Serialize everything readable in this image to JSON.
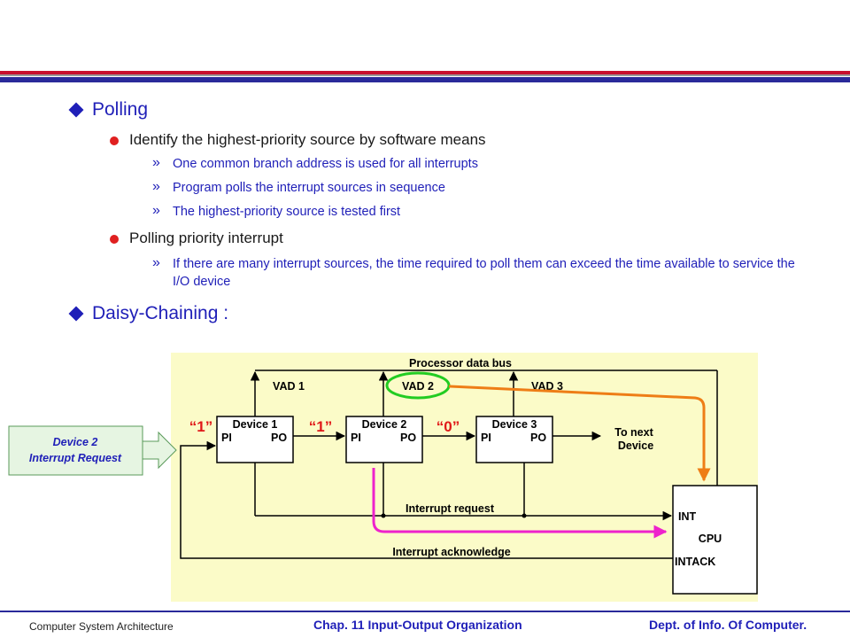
{
  "bullets": {
    "polling": {
      "title": "Polling",
      "sub1": "Identify the highest-priority source by software means",
      "sub1_items": [
        "One common branch address is used for all interrupts",
        "Program polls the interrupt sources in sequence",
        "The highest-priority source is tested first"
      ],
      "sub2": "Polling priority interrupt",
      "sub2_items": [
        "If there are many interrupt sources, the time required to poll them can exceed the time available to service the I/O device"
      ]
    },
    "daisy": {
      "title": "Daisy-Chaining :"
    }
  },
  "diagram": {
    "bus_label": "Processor data bus",
    "vad1": "VAD 1",
    "vad2": "VAD 2",
    "vad3": "VAD 3",
    "device1": "Device 1",
    "device2": "Device 2",
    "device3": "Device 3",
    "pi": "PI",
    "po": "PO",
    "val1": "“1”",
    "val2": "“1”",
    "val3": "“0”",
    "to_next_1": "To next",
    "to_next_2": "Device",
    "cpu_int": "INT",
    "cpu_label": "CPU",
    "cpu_intack": "INTACK",
    "interrupt_request": "Interrupt request",
    "interrupt_ack": "Interrupt acknowledge",
    "callout_line1": "Device 2",
    "callout_line2": "Interrupt Request",
    "colors": {
      "panel_bg": "#fbfbc8",
      "orange": "#ee7d16",
      "magenta": "#ee22cc",
      "green_oval": "#22cc22",
      "red_value": "#e01818",
      "callout_bg": "#e6f5e2",
      "callout_border": "#5a9a5a"
    }
  },
  "footer": {
    "left": "Computer System Architecture",
    "mid": "Chap. 11  Input-Output Organization",
    "right": "Dept. of  Info. Of  Computer."
  }
}
